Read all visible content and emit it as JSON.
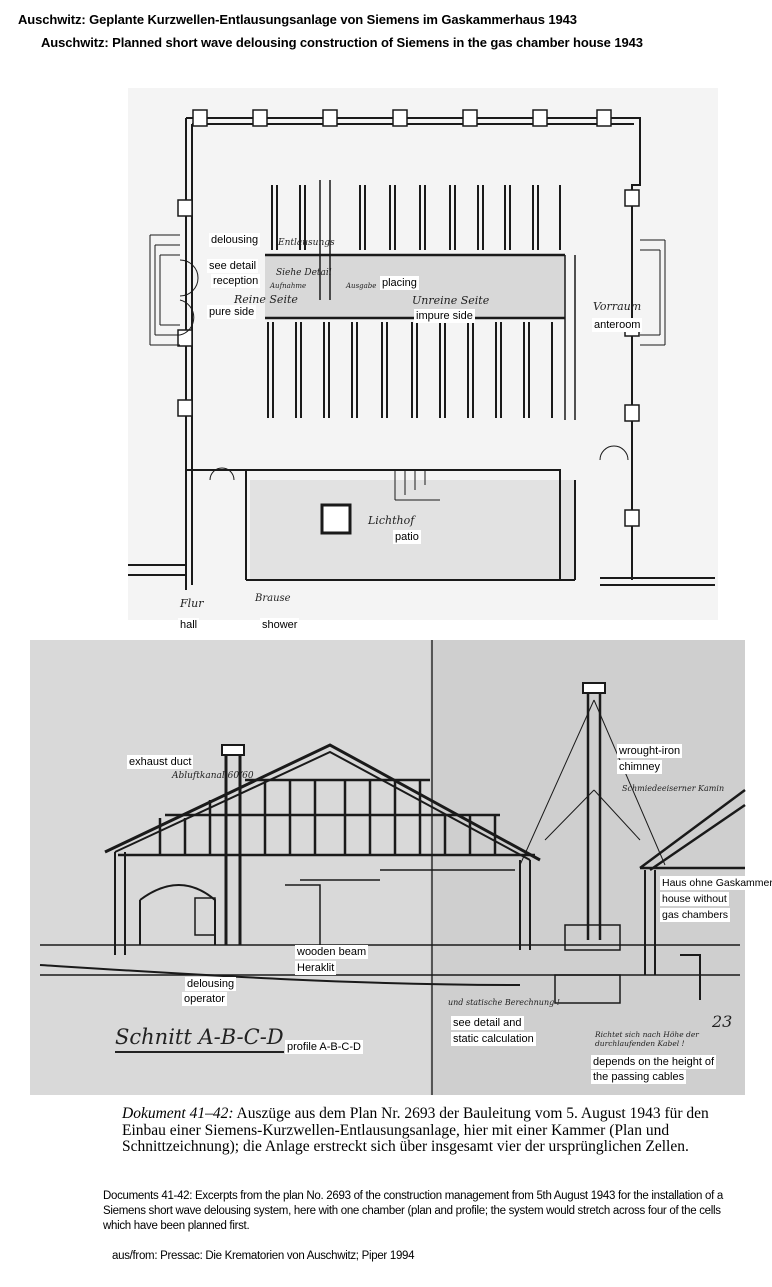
{
  "header": {
    "title_de": "Auschwitz: Geplante Kurzwellen-Entlausungsanlage von Siemens im Gaskammerhaus  1943",
    "title_en": "Auschwitz: Planned short wave delousing construction of Siemens in the gas  chamber house 1943"
  },
  "plan": {
    "labels": {
      "delousing": "delousing",
      "see_detail": "see detail",
      "reception": "reception",
      "placing": "placing",
      "pure_side": "pure side",
      "impure_side": "impure side",
      "anteroom": "anteroom",
      "patio": "patio",
      "hall": "hall",
      "shower": "shower"
    },
    "handwritten": {
      "entlausung": "Entlausungs",
      "siehe_detail": "Siehe Detail",
      "aufnahme": "Aufnahme",
      "ausgabe": "Ausgabe",
      "reine_seite": "Reine Seite",
      "unreine_seite": "Unreine Seite",
      "vorraum": "Vorraum",
      "lichthof": "Lichthof",
      "flur": "Flur",
      "brause": "Brause"
    }
  },
  "section": {
    "labels": {
      "exhaust_duct": "exhaust duct",
      "chimney_1": "wrought-iron",
      "chimney_2": "chimney",
      "house_de": "Haus ohne Gaskammern",
      "house_en_1": "house without",
      "house_en_2": "gas  chambers",
      "beam_1": "wooden beam",
      "beam_2": "Heraklit",
      "operator_1": "delousing",
      "operator_2": "operator",
      "profile": "profile A-B-C-D",
      "static_1": "see detail and",
      "static_2": "static calculation",
      "cables_1": "depends on the height of",
      "cables_2": "the passing cables"
    },
    "handwritten": {
      "schnitt": "Schnitt  A-B-C-D",
      "abluftkanal": "Abluftkanal 60/60",
      "kamin": "Schmiedeeiserner Kamin",
      "statik": "und statische Berechnung !",
      "kabel": "Richtet sich nach Höhe der durchlaufenden Kabel !",
      "page_no": "23"
    }
  },
  "caption": {
    "de_lead": "Dokument 41–42:",
    "de_text": " Auszüge aus dem Plan Nr. 2693 der Bauleitung vom 5. August 1943 für den Einbau einer Siemens-Kurzwellen-Entlausungsanlage, hier mit einer Kammer (Plan und Schnittzeichnung); die Anlage erstreckt sich über insgesamt vier der ursprünglichen Zellen.",
    "en_text": "Documents 41-42: Excerpts from the plan No. 2693 of the construction management from 5th August 1943 for the installation of a Siemens short wave delousing system, here with one chamber (plan and profile; the system would stretch across four of the cells which have been planned first.",
    "source": "aus/from: Pressac: Die Krematorien von Auschwitz; Piper 1994"
  },
  "colors": {
    "ink": "#1a1a1a",
    "scan_gray": "#d9d9d9"
  }
}
